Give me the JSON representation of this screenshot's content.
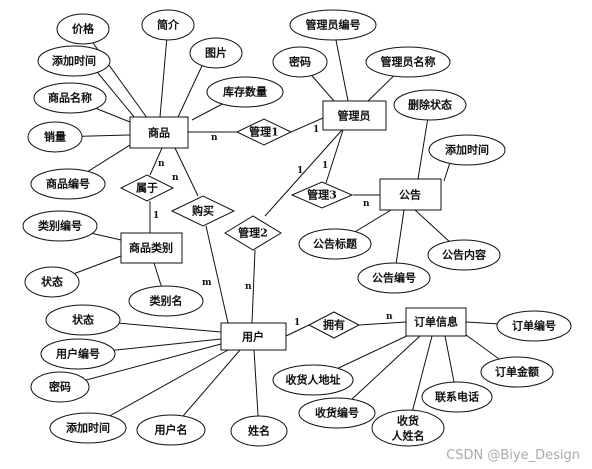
{
  "entities": {
    "goods": "商品",
    "admin": "管理员",
    "notice": "公告",
    "category": "商品类别",
    "user": "用户",
    "order": "订单信息"
  },
  "relations": {
    "manage1": "管理1",
    "manage2": "管理2",
    "manage3": "管理3",
    "belong": "属于",
    "buy": "购买",
    "own": "拥有"
  },
  "attrs": {
    "goods_price": "价格",
    "goods_intro": "简介",
    "goods_addtime": "添加时间",
    "goods_image": "图片",
    "goods_name": "商品名称",
    "goods_stock": "库存数量",
    "goods_sales": "销量",
    "goods_no": "商品编号",
    "admin_no": "管理员编号",
    "admin_pwd": "密码",
    "admin_name": "管理员名称",
    "notice_delete": "删除状态",
    "notice_addtime": "添加时间",
    "notice_title": "公告标题",
    "notice_content": "公告内容",
    "notice_no": "公告编号",
    "cat_no": "类别编号",
    "cat_status": "状态",
    "cat_name": "类别名",
    "user_status": "状态",
    "user_no": "用户编号",
    "user_pwd": "密码",
    "user_addtime": "添加时间",
    "user_name": "用户名",
    "user_realname": "姓名",
    "order_no": "订单编号",
    "order_amount": "订单金额",
    "order_phone": "联系电话",
    "order_addr": "收货人地址",
    "order_recvno": "收货编号",
    "order_recvname_1": "收货",
    "order_recvname_2": "人姓名"
  },
  "cardinality": {
    "goods_manage1": "n",
    "manage1_admin": "1",
    "goods_belong": "n",
    "belong_category": "1",
    "goods_buy": "n",
    "buy_user": "m",
    "admin_manage2": "1",
    "manage2_user": "n",
    "admin_manage3": "1",
    "manage3_notice": "n",
    "user_own": "1",
    "own_order": "n"
  },
  "watermark": "CSDN @Biye_Design"
}
